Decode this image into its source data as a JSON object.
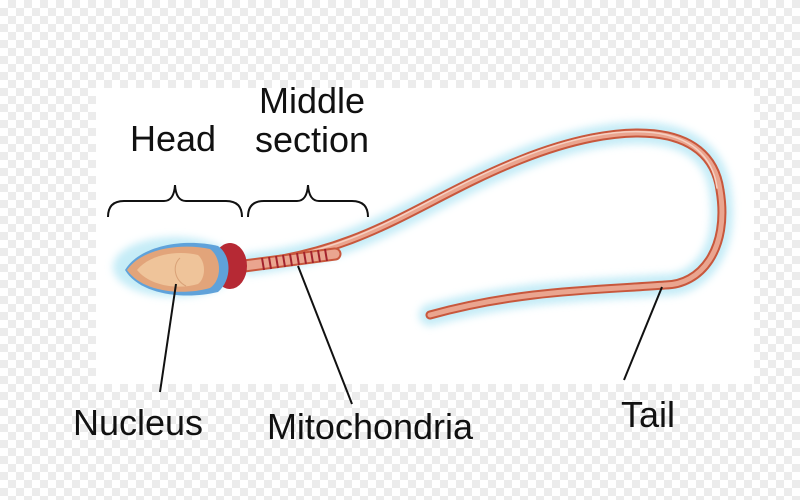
{
  "labels": {
    "head": "Head",
    "middle_line1": "Middle",
    "middle_line2": "section",
    "nucleus": "Nucleus",
    "mitochondria": "Mitochondria",
    "tail": "Tail"
  },
  "colors": {
    "glow": "#bfeaf6",
    "body": "#eaa58f",
    "tail_outline": "#c8573c",
    "head_fill": "#e2a47a",
    "nucleus_fill": "#efc49a",
    "acrosome_blue": "#5fa2da",
    "neck_red": "#b62934",
    "mito_stripe": "#a3232d",
    "bracket": "#111111",
    "leader": "#111111"
  }
}
